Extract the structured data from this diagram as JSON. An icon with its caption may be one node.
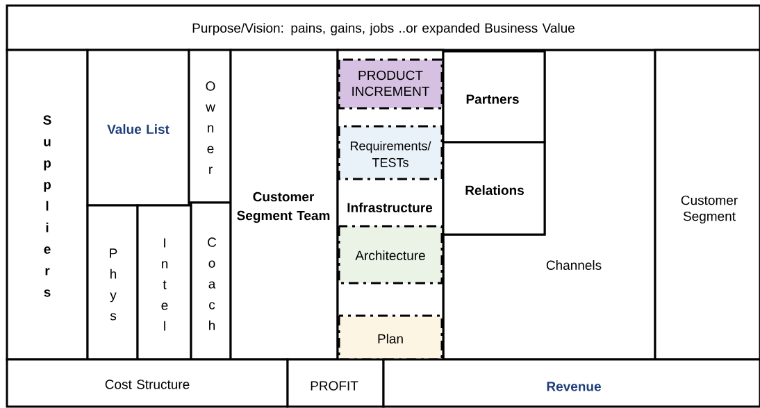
{
  "diagram": {
    "nodes": [
      {
        "text": [
          "Purpose/Vision: pains, gains, jobs ..or expanded Business Value"
        ]
      },
      {
        "text": [
          "Suppliers"
        ]
      },
      {
        "text": [
          "Value List"
        ]
      },
      {
        "text": [
          "Owner"
        ]
      },
      {
        "text": [
          "Phys"
        ]
      },
      {
        "text": [
          "Intel"
        ]
      },
      {
        "text": [
          "Coach"
        ]
      },
      {
        "text": [
          "Customer Segment Team"
        ]
      },
      {
        "text": [
          "Infrastructure"
        ]
      },
      {
        "text": [
          "PRODUCT INCREMENT"
        ],
        "in": 8
      },
      {
        "text": [
          "Requirements/TESTs"
        ],
        "in": 8
      },
      {
        "text": [
          "Architecture"
        ],
        "in": 8
      },
      {
        "text": [
          "Plan"
        ],
        "in": 8
      },
      {
        "text": [
          "Partners"
        ]
      },
      {
        "text": [
          "Relations"
        ]
      },
      {
        "text": [
          "Channels"
        ]
      },
      {
        "text": [
          "Customer Segment"
        ]
      },
      {
        "text": [
          "Cost Structure"
        ]
      },
      {
        "text": [
          "PROFIT"
        ]
      },
      {
        "text": [
          "Revenue"
        ]
      }
    ]
  }
}
